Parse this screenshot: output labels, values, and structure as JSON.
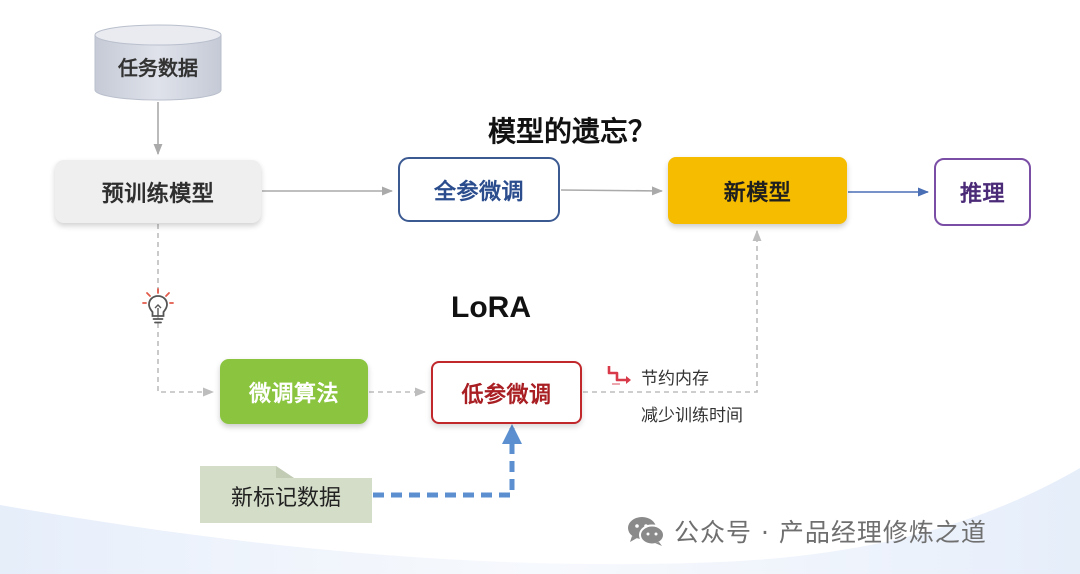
{
  "title": "模型的遗忘？",
  "lora_label": "LoRA",
  "nodes": {
    "task_data": "任务数据",
    "pretrained_model": "预训练模型",
    "full_finetune": "全参微调",
    "new_model": "新模型",
    "inference": "推理",
    "finetune_algorithm": "微调算法",
    "low_param_finetune": "低参微调",
    "new_labeled_data": "新标记数据"
  },
  "benefits": {
    "save_memory": "节约内存",
    "reduce_time": "减少训练时间"
  },
  "watermark": {
    "text": "公众号 · 产品经理修炼之道",
    "icon": "wechat-icon"
  },
  "icons": {
    "idea": "lightbulb-icon",
    "benefit": "step-down-icon"
  },
  "colors": {
    "full_finetune_border": "#3c5a92",
    "new_model_fill": "#f5bc00",
    "inference_border": "#7b4ea6",
    "algorithm_fill": "#8bc53f",
    "low_param_border": "#c0282c",
    "new_data_fill": "#d4ddc8",
    "new_data_arrow": "#5b8fd0"
  }
}
